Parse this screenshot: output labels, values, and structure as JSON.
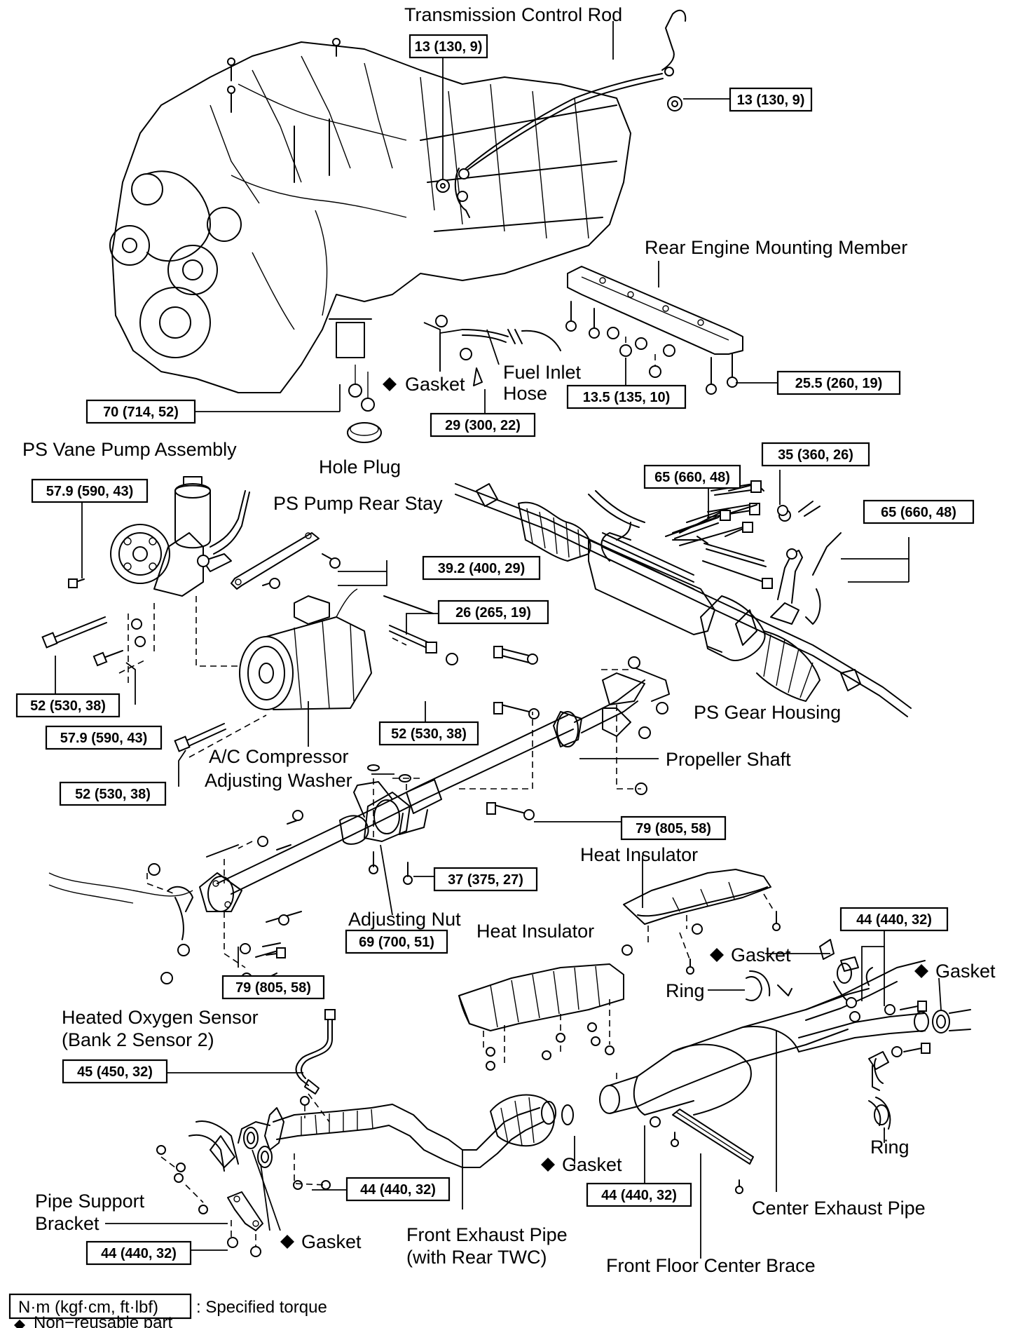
{
  "labels": {
    "transmission_control_rod": "Transmission Control Rod",
    "rear_engine_mounting_member": "Rear Engine Mounting Member",
    "gasket": "Gasket",
    "fuel_inlet_hose_1": "Fuel Inlet",
    "fuel_inlet_hose_2": "Hose",
    "hole_plug": "Hole Plug",
    "ps_vane_pump_assembly": "PS Vane Pump Assembly",
    "ps_pump_rear_stay": "PS Pump Rear Stay",
    "ps_gear_housing": "PS Gear Housing",
    "ac_compressor": "A/C Compressor",
    "adjusting_washer": "Adjusting Washer",
    "propeller_shaft": "Propeller Shaft",
    "heat_insulator": "Heat Insulator",
    "adjusting_nut": "Adjusting Nut",
    "ring": "Ring",
    "heated_oxygen_sensor_1": "Heated Oxygen Sensor",
    "heated_oxygen_sensor_2": "(Bank 2 Sensor 2)",
    "pipe_support_bracket_1": "Pipe Support",
    "pipe_support_bracket_2": "Bracket",
    "front_exhaust_pipe_1": "Front Exhaust Pipe",
    "front_exhaust_pipe_2": "(with Rear TWC)",
    "front_floor_center_brace": "Front Floor Center Brace",
    "center_exhaust_pipe": "Center Exhaust Pipe"
  },
  "torques": {
    "t13a": "13 (130, 9)",
    "t13b": "13 (130, 9)",
    "t70": "70 (714, 52)",
    "t29": "29 (300, 22)",
    "t13_5": "13.5 (135, 10)",
    "t25_5": "25.5 (260, 19)",
    "t57_9a": "57.9 (590, 43)",
    "t39_2": "39.2 (400, 29)",
    "t65a": "65 (660, 48)",
    "t35": "35 (360, 26)",
    "t65b": "65 (660, 48)",
    "t26": "26 (265, 19)",
    "t52a": "52 (530, 38)",
    "t57_9b": "57.9 (590, 43)",
    "t52b": "52 (530, 38)",
    "t52c": "52 (530, 38)",
    "t79a": "79 (805, 58)",
    "t37": "37 (375, 27)",
    "t69": "69 (700, 51)",
    "t79b": "79 (805, 58)",
    "t44a": "44 (440, 32)",
    "t45": "45 (450, 32)",
    "t44b": "44 (440, 32)",
    "t44c": "44 (440, 32)",
    "t44d": "44 (440, 32)"
  },
  "legend": {
    "torque_unit": "N·m (kgf·cm, ft·lbf)",
    "torque_desc": ": Specified torque",
    "nonreusable": "Non−reusable part"
  },
  "icons": {
    "nonreusable_marker": "diamond-icon"
  }
}
